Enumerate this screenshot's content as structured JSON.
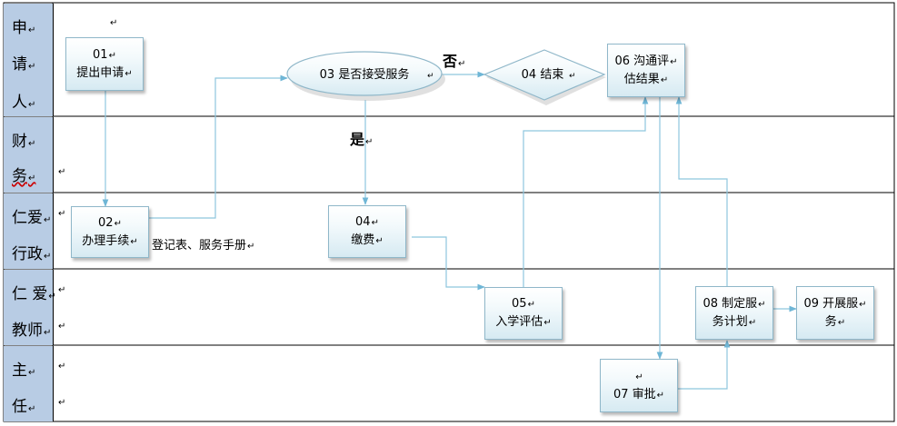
{
  "lanes": [
    {
      "id": "applicant",
      "chars": [
        "申",
        "请",
        "人"
      ]
    },
    {
      "id": "finance",
      "chars": [
        "财",
        "务"
      ]
    },
    {
      "id": "admin",
      "chars": [
        "仁爱",
        "行政"
      ]
    },
    {
      "id": "teacher",
      "chars": [
        "仁 爱",
        "教师"
      ]
    },
    {
      "id": "director",
      "chars": [
        "主",
        "任"
      ]
    }
  ],
  "nodes": {
    "n01": {
      "line1": "01",
      "line2": "提出申请"
    },
    "n02": {
      "line1": "02",
      "line2": "办理手续"
    },
    "n03": {
      "label": "03 是否接受服务"
    },
    "n04_end": {
      "label": "04 结束"
    },
    "n04_pay": {
      "line1": "04",
      "line2": "缴费"
    },
    "n05": {
      "line1": "05",
      "line2": "入学评估"
    },
    "n06": {
      "line1": "06 沟通评",
      "line2": "估结果"
    },
    "n07": {
      "line1": "",
      "line2": "07 审批"
    },
    "n08": {
      "line1": "08 制定服",
      "line2": "务计划"
    },
    "n09": {
      "line1": "09 开展服",
      "line2": "务"
    }
  },
  "labels": {
    "no": "否",
    "yes": "是",
    "forms": "登记表、服务手册"
  },
  "paragraph_mark": "↵",
  "colors": {
    "lane_header": "#b8cce4",
    "connector": "#8ec6de",
    "box_border": "#8fb7c9",
    "box_bottom": "#d6eaf2"
  }
}
